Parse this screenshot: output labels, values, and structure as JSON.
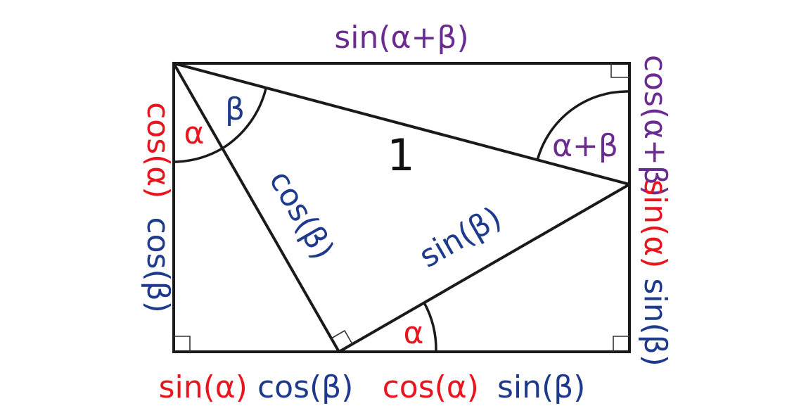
{
  "colors": {
    "red": "#e8141e",
    "blue": "#1e3a8c",
    "purple": "#6b2c91",
    "black": "#111111"
  },
  "labels": {
    "top": "sin(α+β)",
    "hypotenuse": "1",
    "left_red": "cos(α)",
    "left_blue": "cos(β)",
    "right_purple": "cos(α+β)",
    "right_red": "sin(α)",
    "right_blue": "sin(β)",
    "bottom_left_red": "sin(α)",
    "bottom_left_blue": "cos(β)",
    "bottom_right_red": "cos(α)",
    "bottom_right_blue": "sin(β)",
    "cos_beta_side": "cos(β)",
    "sin_beta_side": "sin(β)"
  },
  "angles": {
    "alpha_top": "α",
    "beta_top": "β",
    "alpha_bottom": "α",
    "alpha_plus_beta": "α+β"
  }
}
